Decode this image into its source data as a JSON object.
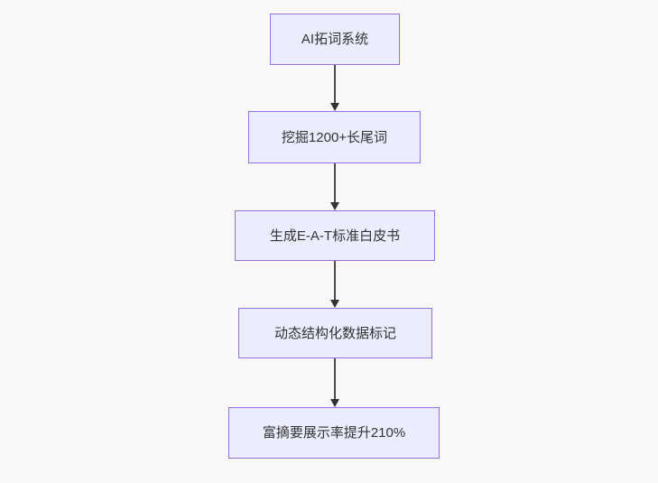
{
  "colors": {
    "background": "#f8f8f8",
    "node_fill": "#ECECFF",
    "node_border": "#9370DB",
    "node_text": "#333333",
    "edge_line": "#4d4d4d",
    "edge_arrowhead": "#333333"
  },
  "flowchart": {
    "type": "flowchart",
    "direction": "top-down",
    "nodes": [
      {
        "id": "A",
        "label": "AI拓词系统"
      },
      {
        "id": "B",
        "label": "挖掘1200+长尾词"
      },
      {
        "id": "C",
        "label": "生成E-A-T标准白皮书"
      },
      {
        "id": "D",
        "label": "动态结构化数据标记"
      },
      {
        "id": "E",
        "label": "富摘要展示率提升210%"
      }
    ],
    "edges": [
      {
        "from": "A",
        "to": "B"
      },
      {
        "from": "B",
        "to": "C"
      },
      {
        "from": "C",
        "to": "D"
      },
      {
        "from": "D",
        "to": "E"
      }
    ]
  }
}
